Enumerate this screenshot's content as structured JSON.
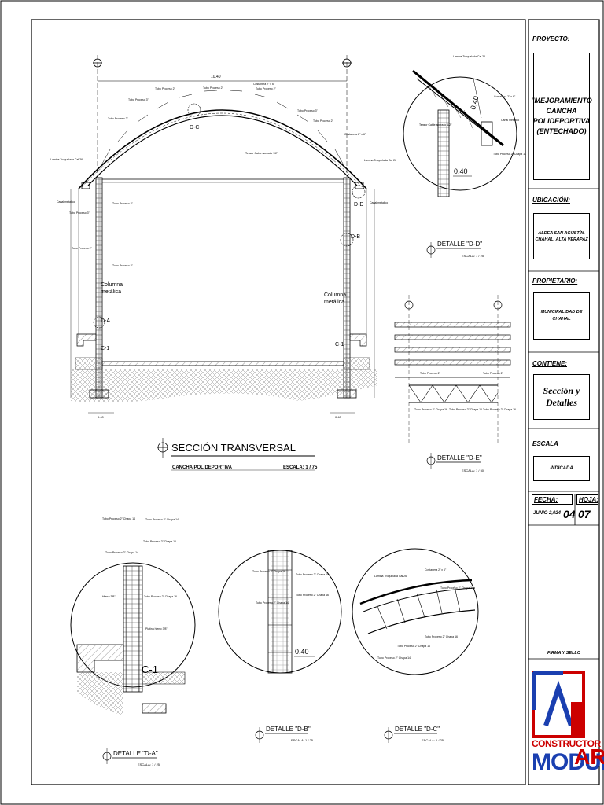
{
  "main_title": "SECCIÓN TRANSVERSAL",
  "main_subtitle": "CANCHA POLIDEPORTIVA",
  "main_scale": "ESCALA: 1 / 75",
  "dims": {
    "span": "10.40",
    "left_base": "0.40",
    "right_base": "0.40"
  },
  "labels": {
    "tubo_proceso_2": "Tubo Proceso 2\"",
    "tubo_proceso_3": "Tubo Proceso 3\"",
    "costanera": "Costanera 2\" x 6\"",
    "lamina": "Lamina Troquelada Cal 26",
    "tensor": "Tensor Cable acerado 1/2\"",
    "canal": "Canal metalico",
    "columna": "Columna",
    "metalica": "metálica",
    "tubo_chapa_14": "Tubo Proceso 2\" Chapa 14",
    "tubo_chapa_16": "Tubo Proceso 2\" Chapa 16",
    "hierro": "Hierro 3/8\"",
    "pletina": "Platina hierro 3/8\""
  },
  "markers": {
    "dc": "D-C",
    "dd": "D-D",
    "db": "D-B",
    "da": "D-A",
    "c1": "C-1",
    "c1_big": "C-1"
  },
  "detail_dd": {
    "title": "DETALLE \"D-D\"",
    "scale": "ESCALA: 1 / 25",
    "dim": "0.40",
    "dim2": "0.40"
  },
  "detail_de": {
    "title": "DETALLE \"D-E\"",
    "scale": "ESCALA: 1 / 50"
  },
  "detail_da": {
    "title": "DETALLE \"D-A\"",
    "scale": "ESCALA: 1 / 25"
  },
  "detail_db": {
    "title": "DETALLE \"D-B\"",
    "scale": "ESCALA: 1 / 25",
    "dim": "0.40"
  },
  "detail_dc": {
    "title": "DETALLE \"D-C\"",
    "scale": "ESCALA: 1 / 25"
  },
  "title_block": {
    "proyecto_label": "PROYECTO:",
    "proyecto_lines": [
      "\"MEJORAMIENTO",
      "CANCHA",
      "POLIDEPORTIVA",
      "(ENTECHADO)"
    ],
    "ubicacion_label": "UBICACIÓN:",
    "ubicacion_lines": [
      "ALDEA SAN AGUSTÍN,",
      "CHAHAL, ALTA VERAPAZ"
    ],
    "propietario_label": "PROPIETARIO:",
    "propietario_lines": [
      "MUNICIPALIDAD DE",
      "CHAHAL"
    ],
    "contiene_label": "CONTIENE:",
    "contiene_lines": [
      "Sección y",
      "Detalles"
    ],
    "escala_label": "ESCALA",
    "escala_value": "INDICADA",
    "fecha_label": "FECHA:",
    "fecha_value": "JUNIO 2,024",
    "hoja_label": "HOJA:",
    "hoja_num": "04",
    "hoja_total": "07",
    "firma_label": "FIRMA Y SELLO"
  },
  "logo": {
    "word1": "CONSTRUCTOR",
    "word2": "MODUL",
    "word3": "AR"
  },
  "colors": {
    "logo_red": "#cc0000",
    "logo_blue": "#1a3fb0"
  }
}
